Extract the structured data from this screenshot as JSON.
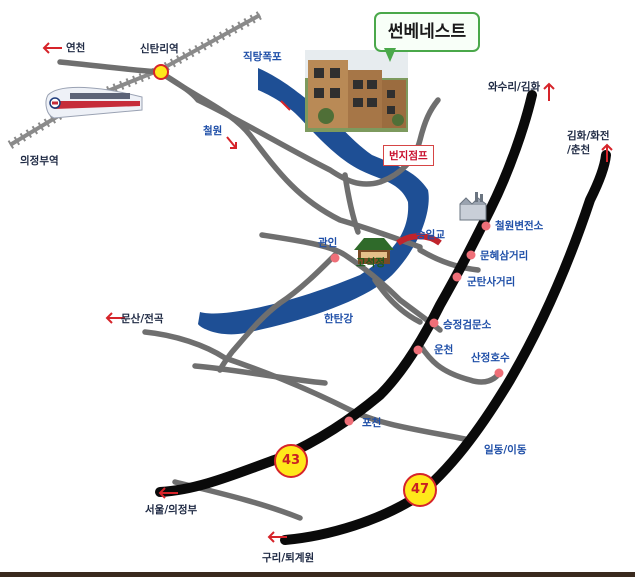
{
  "labels": {
    "yeoncheon": "연천",
    "sintan_station": "신탄리역",
    "uijeongbu_station": "의정부역",
    "jiktang_falls": "직탕폭포",
    "cheorwon": "철원",
    "beonji_jump": "번지점프",
    "gwanin": "관인",
    "goseokjeong": "고석정",
    "seungilgyo": "승일교",
    "hantangang": "한탄강",
    "cheorwon_substation": "철원변전소",
    "munhyesam_junction": "문혜삼거리",
    "guntan_junction": "군탄사거리",
    "seungjeong_checkpoint": "승정검문소",
    "uncheon": "운천",
    "sanjeong_lake": "산정호수",
    "pocheon": "포천",
    "ildong_idong": "일동/이동",
    "munsan_jeongok": "문산/전곡",
    "wasuri_gimhwa": "와수리/김화",
    "gimhwa_hwacheon_chuncheon_1": "김화/화전",
    "gimhwa_hwacheon_chuncheon_2": "/춘천",
    "seoul_uijeongbu": "서울/의정부",
    "guri_toegyewon": "구리/퇴계원"
  },
  "callout": {
    "title": "썬베네스트"
  },
  "routes": {
    "r43": "43",
    "r47": "47"
  },
  "colors": {
    "road_gray": "#6f6f6f",
    "highway_black": "#0a0a0a",
    "river_blue": "#1e4f95",
    "railway_gray": "#8a8a8a",
    "poi_pink": "#ef6f78",
    "arrow_red": "#d6242a",
    "label_dark": "#1f2a44",
    "label_blue": "#1f4fa8",
    "badge_fill": "#ffe81a",
    "badge_border": "#d6242a",
    "callout_border": "#4aa84a"
  },
  "icons": [
    "train-icon",
    "building-photo",
    "factory-icon",
    "pavilion-icon",
    "bridge-icon",
    "direction-arrow-icon"
  ]
}
